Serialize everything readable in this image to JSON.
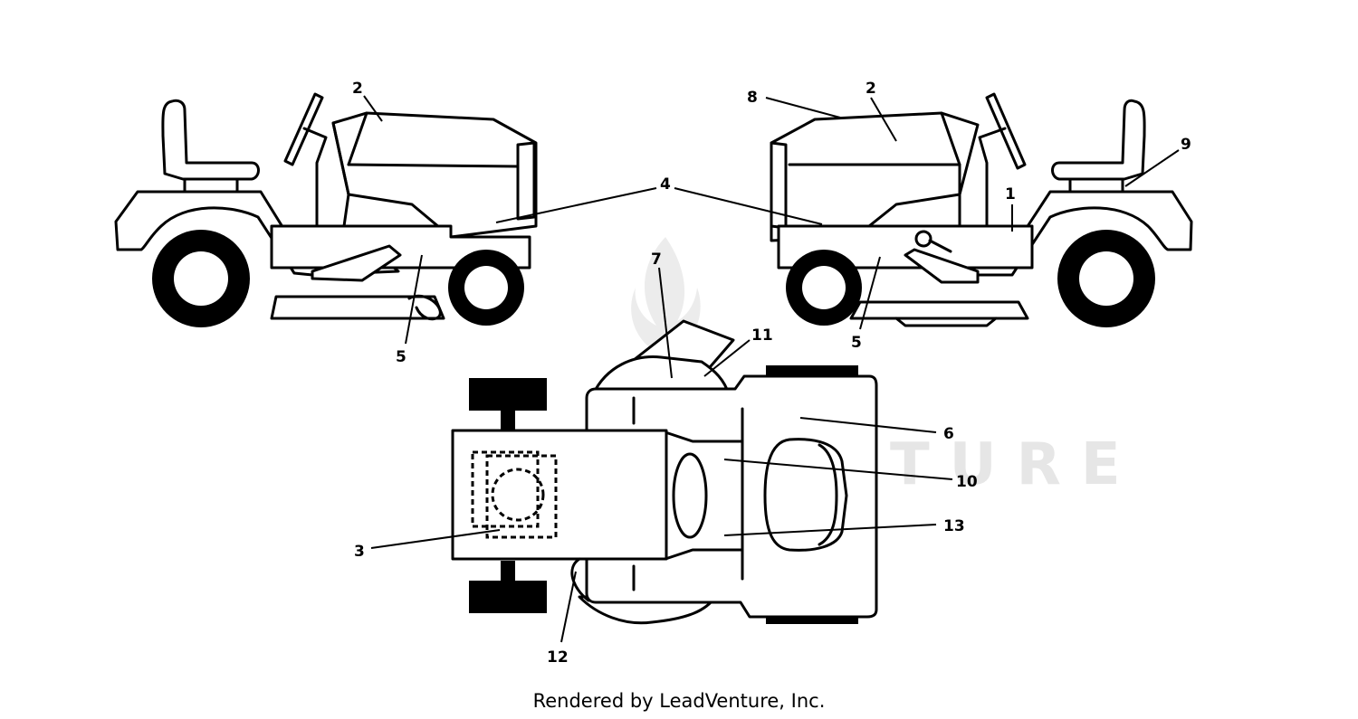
{
  "callouts": {
    "left_2": "2",
    "right_2": "2",
    "right_8": "8",
    "right_9": "9",
    "right_1": "1",
    "center_4": "4",
    "left_5": "5",
    "right_5": "5",
    "top_7": "7",
    "top_11": "11",
    "top_6": "6",
    "top_10": "10",
    "top_13": "13",
    "top_3": "3",
    "top_12": "12"
  },
  "watermark": "LEADVENTURE",
  "footer": "Rendered by LeadVenture, Inc."
}
